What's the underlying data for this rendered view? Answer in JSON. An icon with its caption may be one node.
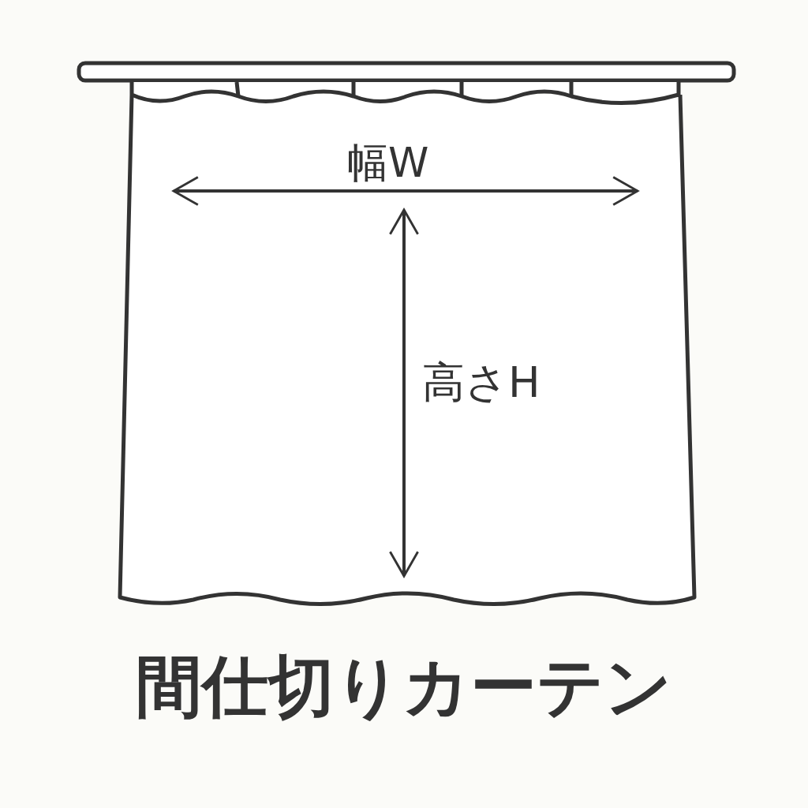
{
  "diagram": {
    "caption": "間仕切りカーテン",
    "labels": [
      "幅W",
      "高さH"
    ]
  }
}
